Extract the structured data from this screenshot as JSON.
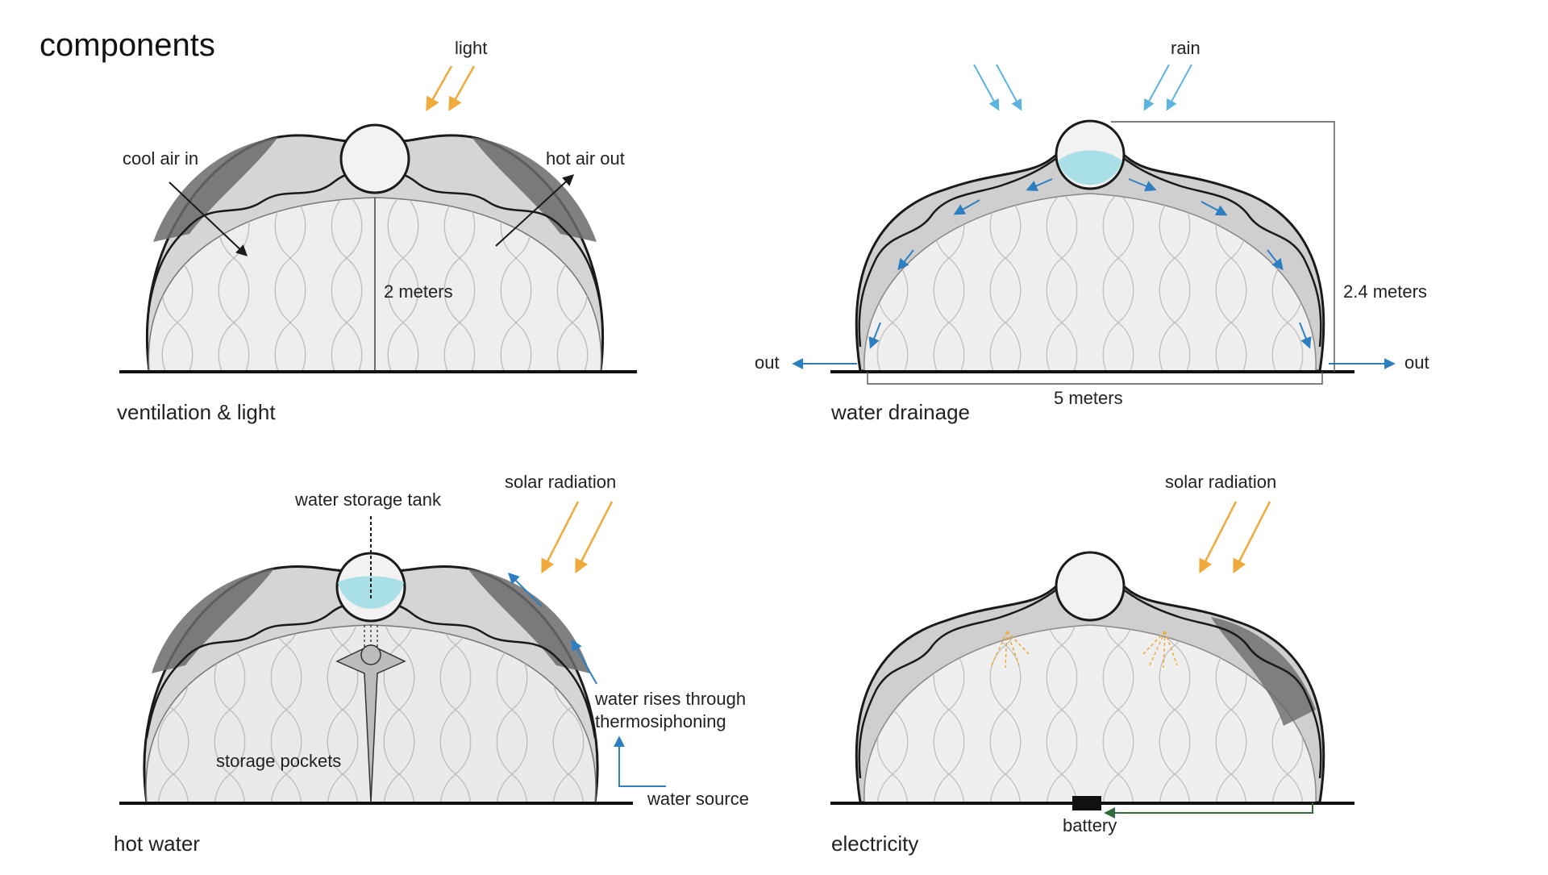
{
  "title": "components",
  "colors": {
    "solar": "#f0a93b",
    "water": "#2e7fc2",
    "rain": "#5bb4e0",
    "tank_water": "#a9dfe6",
    "battery_wire": "#2f6b3a",
    "outline": "#1a1a1a",
    "shell_dark": "#8a8a8a",
    "shell_light": "#dcdcdc"
  },
  "panels": {
    "ventilation": {
      "title": "ventilation & light",
      "light": "light",
      "cool_air": "cool air in",
      "hot_air": "hot air out",
      "height": "2 meters"
    },
    "drainage": {
      "title": "water drainage",
      "rain": "rain",
      "height": "2.4 meters",
      "width": "5 meters",
      "out_left": "out",
      "out_right": "out"
    },
    "hot_water": {
      "title": "hot water",
      "tank": "water storage tank",
      "solar": "solar radiation",
      "rises_line1": "water rises through",
      "rises_line2": "thermosiphoning",
      "pockets": "storage pockets",
      "source": "water source"
    },
    "electricity": {
      "title": "electricity",
      "solar": "solar radiation",
      "battery": "battery"
    }
  }
}
